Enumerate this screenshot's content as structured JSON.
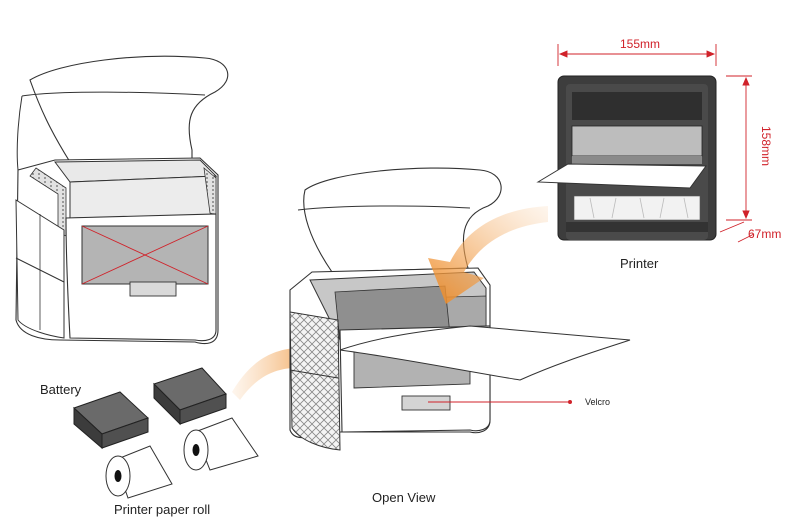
{
  "labels": {
    "battery": "Battery",
    "paper_roll": "Printer paper roll",
    "open_view": "Open View",
    "printer": "Printer",
    "velcro": "Velcro"
  },
  "dimensions": {
    "width": "155mm",
    "height": "158mm",
    "depth": "67mm"
  },
  "colors": {
    "dimension_red": "#d0222a",
    "printer_body": "#3d3d3d",
    "arrow_orange": "#f0902a"
  }
}
